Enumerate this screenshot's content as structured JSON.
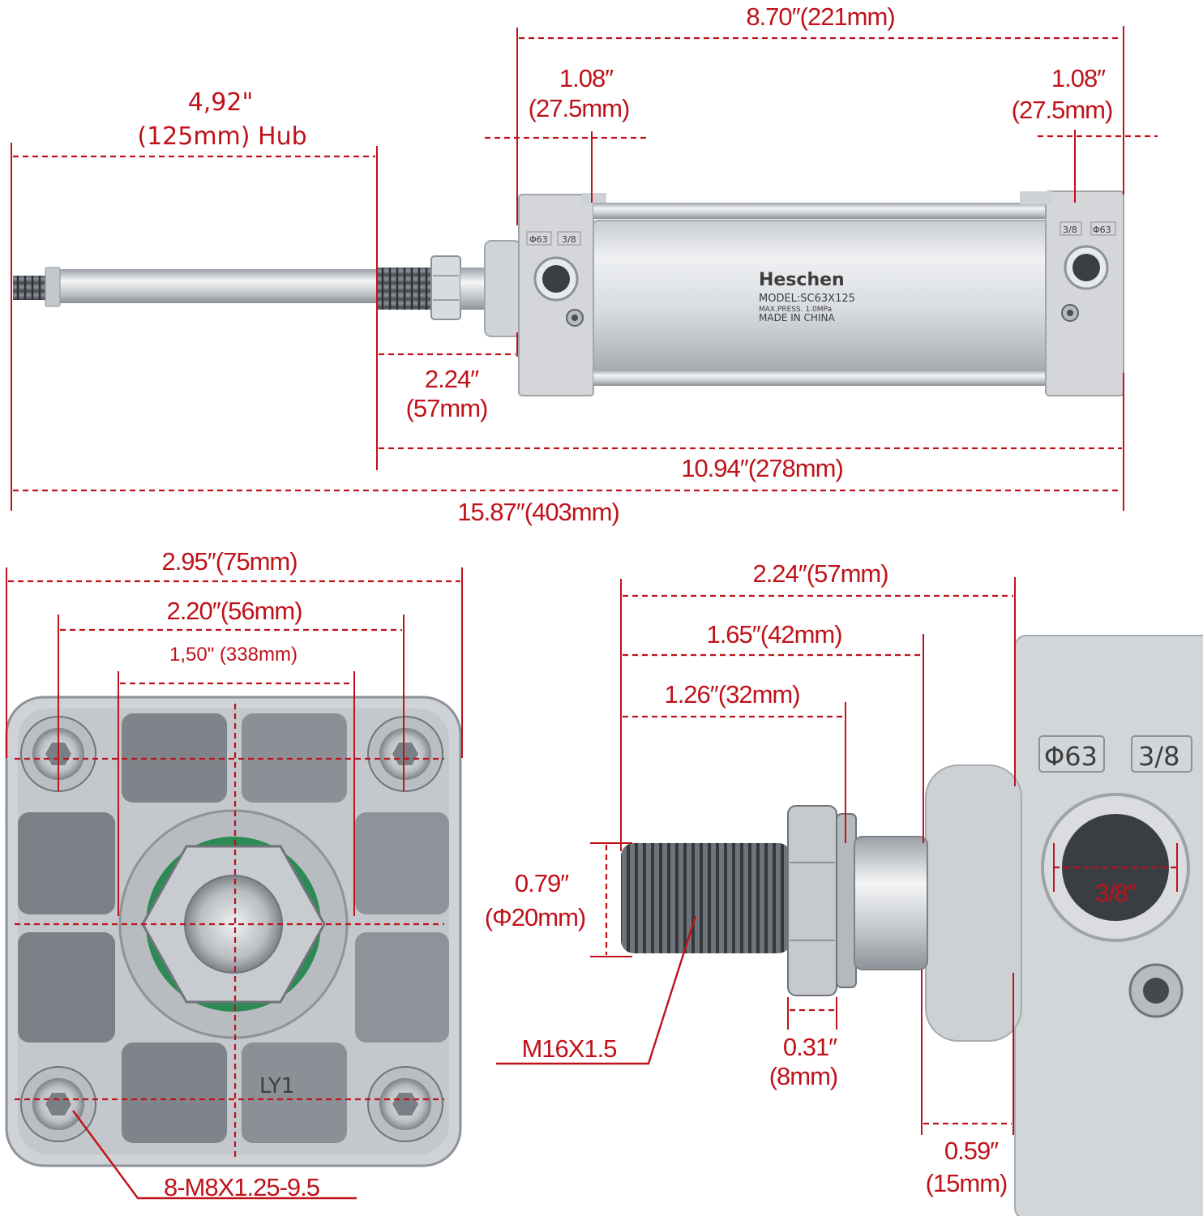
{
  "top_view": {
    "overall_cylinder": "8.70″(221mm)",
    "end_cap_left": [
      "1.08″",
      "(27.5mm)"
    ],
    "end_cap_right": [
      "1.08″",
      "(27.5mm)"
    ],
    "stroke": [
      "4,92\"",
      "(125mm) Hub"
    ],
    "rod_extension": [
      "2.24″",
      "(57mm)"
    ],
    "retracted_length": "10.94″(278mm)",
    "extended_length": "15.87″(403mm)",
    "nameplate": {
      "brand": "Heschen",
      "model": "MODEL:SC63X125",
      "pressure": "MAX.PRESS.   1.0MPa",
      "origin": "MADE IN CHINA"
    },
    "cap_marks": [
      "Φ63",
      "3/8"
    ]
  },
  "front_view": {
    "width": "2.95″(75mm)",
    "bolt_spacing": "2.20″(56mm)",
    "inner_spacing": "1,50\" (338mm)",
    "thread_note": "8-M8X1.25-9.5",
    "cast_mark": "LY1"
  },
  "rod_detail": {
    "to_cap": "2.24″(57mm)",
    "to_shoulder": "1.65″(42mm)",
    "thread_length": "1.26″(32mm)",
    "rod_diameter": [
      "0.79″",
      "(Φ20mm)"
    ],
    "thread_spec": "M16X1.5",
    "nut_width": [
      "0.31″",
      "(8mm)"
    ],
    "boss_length": [
      "0.59″",
      "(15mm)"
    ],
    "port_size": "3/8″",
    "cap_marks": [
      "Φ63",
      "3/8"
    ]
  },
  "colors": {
    "dimension": "#c0121a",
    "aluminum": "#d4d6d9",
    "steel": "#b8bcc1",
    "seal": "#2e8a55"
  }
}
